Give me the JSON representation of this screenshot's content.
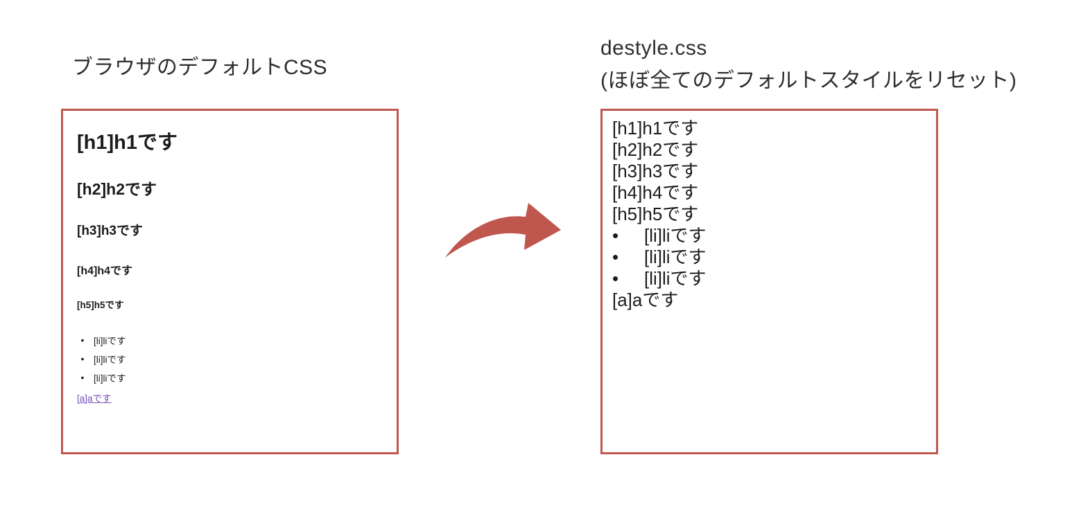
{
  "colors": {
    "accent_red": "#c0574f",
    "link_purple": "#7a4dbb",
    "body_text": "#1b1b1d",
    "title_text": "#2d2d2d"
  },
  "left_panel": {
    "title": "ブラウザのデフォルトCSS",
    "box": {
      "h1": "[h1]h1です",
      "h2": "[h2]h2です",
      "h3": "[h3]h3です",
      "h4": "[h4]h4です",
      "h5": "[h5]h5です",
      "bullet_glyph": "•",
      "list_items": [
        "[li]liです",
        "[li]liです",
        "[li]liです"
      ],
      "link": "[a]aです"
    }
  },
  "arrow": {
    "meaning": "transform-arrow"
  },
  "right_panel": {
    "title_line1": "destyle.css",
    "title_line2": "(ほぼ全てのデフォルトスタイルをリセット)",
    "box": {
      "lines": [
        "[h1]h1です",
        "[h2]h2です",
        "[h3]h3です",
        "[h4]h4です",
        "[h5]h5です"
      ],
      "bullet_glyph": "•",
      "list_items": [
        "[li]liです",
        "[li]liです",
        "[li]liです"
      ],
      "link": "[a]aです"
    }
  }
}
